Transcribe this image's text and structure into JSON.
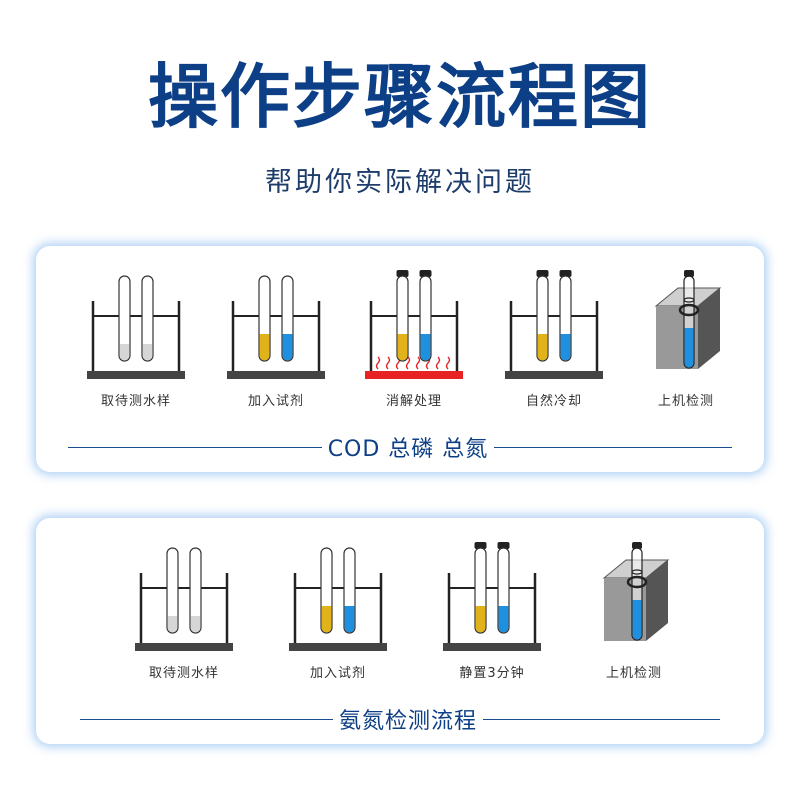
{
  "title": "操作步骤流程图",
  "subtitle": "帮助你实际解决问题",
  "panel1": {
    "caption": "COD  总磷  总氮",
    "steps": [
      {
        "label": "取待测水样",
        "icon": "beaker-empty-tubes-icon"
      },
      {
        "label": "加入试剂",
        "icon": "beaker-reagent-tubes-icon"
      },
      {
        "label": "消解处理",
        "icon": "beaker-heating-icon"
      },
      {
        "label": "自然冷却",
        "icon": "beaker-capped-tubes-icon"
      },
      {
        "label": "上机检测",
        "icon": "instrument-icon"
      }
    ]
  },
  "panel2": {
    "caption": "氨氮检测流程",
    "steps": [
      {
        "label": "取待测水样",
        "icon": "beaker-empty-tubes-icon"
      },
      {
        "label": "加入试剂",
        "icon": "beaker-reagent-tubes-icon"
      },
      {
        "label": "静置3分钟",
        "icon": "beaker-capped-tubes-icon"
      },
      {
        "label": "上机检测",
        "icon": "instrument-icon"
      }
    ]
  },
  "colors": {
    "title": "#0d3f86",
    "yellow_reagent": "#e2b21a",
    "blue_reagent": "#1f8fe0",
    "heater": "#e62222",
    "glow": "#6eaaeb"
  }
}
